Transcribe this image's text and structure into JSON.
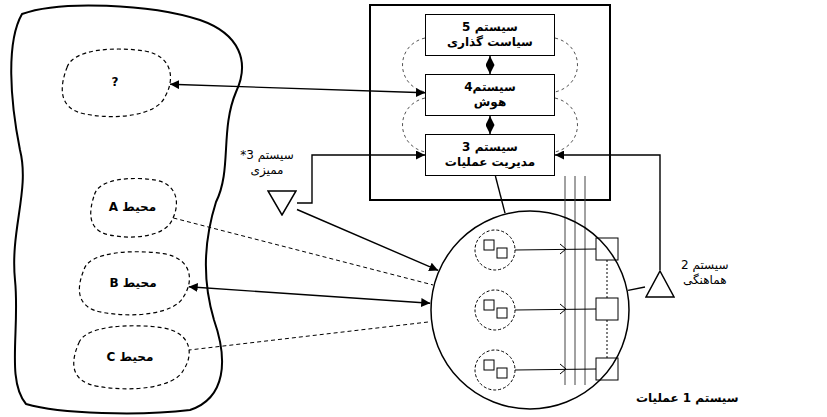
{
  "diagram": {
    "nodes": [
      {
        "text": [
          "سیستم 5",
          "سیاست گذاری"
        ]
      },
      {
        "text": [
          "سیستم4",
          "هوش"
        ]
      },
      {
        "text": [
          "سیستم 3",
          "مدیریت عملیات"
        ]
      },
      {
        "text": [
          "?"
        ]
      },
      {
        "text": [
          "محیط A"
        ]
      },
      {
        "text": [
          "محیط B"
        ]
      },
      {
        "text": [
          "محیط C"
        ]
      },
      {
        "text": [
          "سیستم 3*",
          "ممیزی"
        ]
      },
      {
        "text": [
          "سیستم 2",
          "هماهنگی"
        ]
      },
      {
        "text": [
          "سیستم 1 عملیات"
        ]
      }
    ],
    "edges": [
      {
        "from": 3,
        "to": 1,
        "arrow": "both"
      },
      {
        "from": 0,
        "to": 1,
        "arrow": "both"
      },
      {
        "from": 1,
        "to": 2,
        "arrow": "both"
      },
      {
        "from": 7,
        "to": 2,
        "arrow": "to"
      },
      {
        "from": 8,
        "to": 2,
        "arrow": "to"
      },
      {
        "from": 2,
        "to": 9,
        "arrow": "none"
      },
      {
        "from": 7,
        "to": 9,
        "arrow": "to"
      },
      {
        "from": 4,
        "to": 9,
        "arrow": "none"
      },
      {
        "from": 5,
        "to": 9,
        "arrow": "both"
      },
      {
        "from": 6,
        "to": 9,
        "arrow": "none"
      },
      {
        "from": 9,
        "to": 8,
        "arrow": "none"
      }
    ]
  }
}
